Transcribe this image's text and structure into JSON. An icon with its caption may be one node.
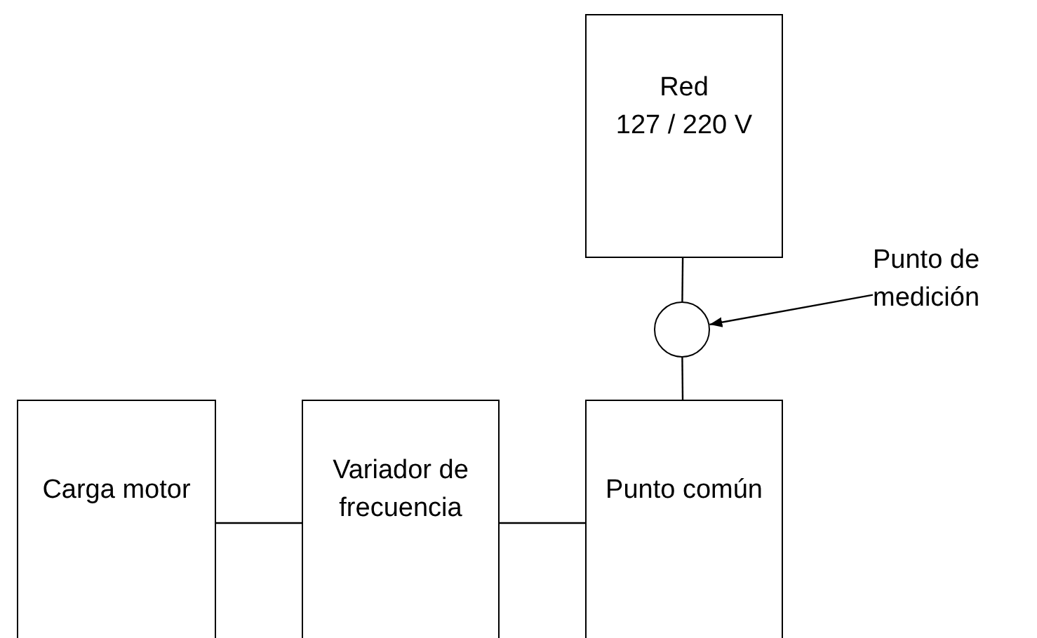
{
  "diagram": {
    "nodes": [
      {
        "text": [
          "Red",
          "127 / 220 V"
        ]
      },
      {
        "text": [],
        "shape": "circle"
      },
      {
        "text": [
          "Punto de medición"
        ]
      },
      {
        "text": [
          "Carga motor"
        ]
      },
      {
        "text": [
          "Variador de frecuencia"
        ]
      },
      {
        "text": [
          "Punto común"
        ]
      }
    ],
    "edges": [
      {
        "from": 0,
        "to": 1,
        "arrow": "none"
      },
      {
        "from": 1,
        "to": 5,
        "arrow": "none"
      },
      {
        "from": 2,
        "to": 1,
        "arrow": "to"
      },
      {
        "from": 3,
        "to": 4,
        "arrow": "none"
      },
      {
        "from": 4,
        "to": 5,
        "arrow": "none"
      }
    ]
  }
}
